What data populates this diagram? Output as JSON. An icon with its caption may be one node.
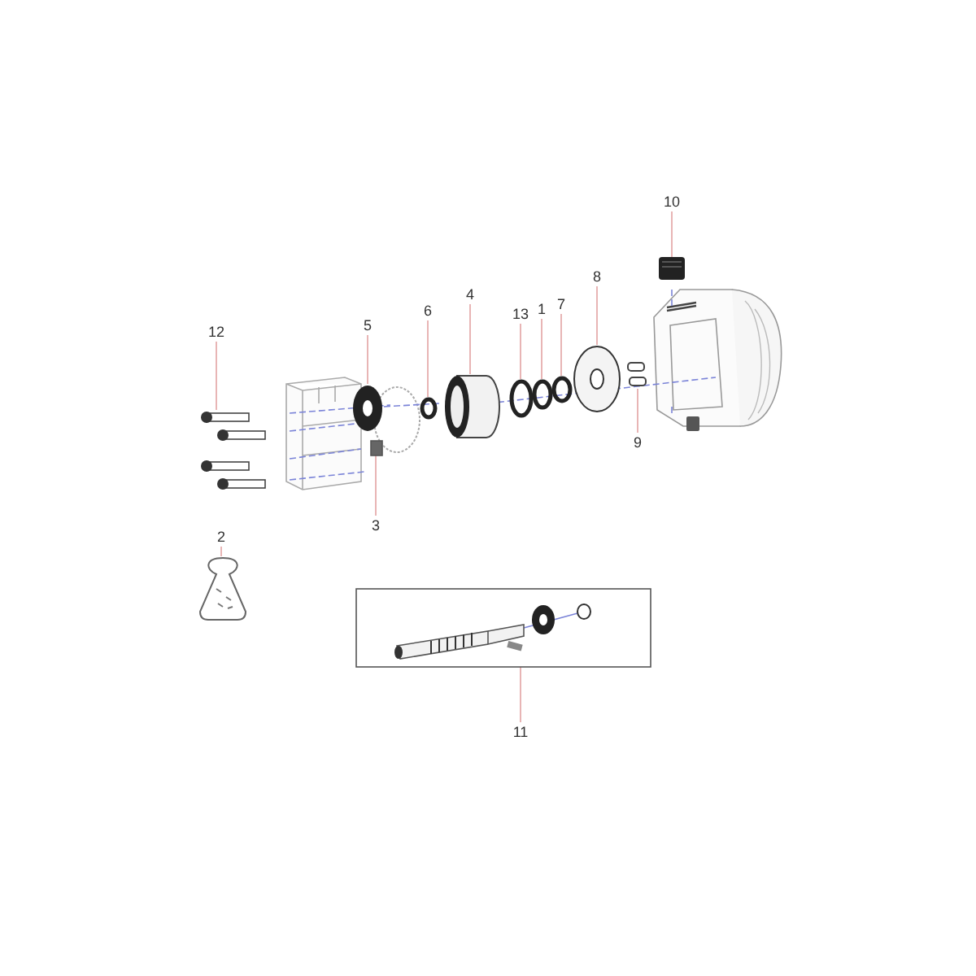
{
  "diagram": {
    "nodes": [
      {
        "text": [
          "10"
        ]
      },
      {
        "text": [
          "8"
        ]
      },
      {
        "text": [
          "4"
        ]
      },
      {
        "text": [
          "7"
        ]
      },
      {
        "text": [
          "1"
        ]
      },
      {
        "text": [
          "13"
        ]
      },
      {
        "text": [
          "6"
        ]
      },
      {
        "text": [
          "5"
        ]
      },
      {
        "text": [
          "12"
        ]
      },
      {
        "text": [
          "9"
        ]
      },
      {
        "text": [
          "3"
        ]
      },
      {
        "text": [
          "2"
        ]
      },
      {
        "text": [
          "11"
        ]
      },
      {
        "text": [],
        "shape": "picture"
      },
      {
        "text": [],
        "shape": "picture"
      },
      {
        "text": [],
        "shape": "cylinder"
      },
      {
        "text": [],
        "shape": "circle"
      },
      {
        "text": [],
        "shape": "circle"
      },
      {
        "text": [],
        "shape": "circle"
      },
      {
        "text": [],
        "shape": "circle"
      },
      {
        "text": [],
        "shape": "picture"
      },
      {
        "text": [],
        "shape": "picture"
      },
      {
        "text": [],
        "shape": "picture"
      },
      {
        "text": [],
        "shape": "box"
      },
      {
        "text": [],
        "shape": "picture"
      },
      {
        "text": [],
        "shape": "box"
      }
    ],
    "edges": [
      {
        "from": 0,
        "to": 13,
        "arrow": "none"
      },
      {
        "from": 1,
        "to": 14,
        "arrow": "none"
      },
      {
        "from": 2,
        "to": 15,
        "arrow": "none"
      },
      {
        "from": 3,
        "to": 16,
        "arrow": "none"
      },
      {
        "from": 4,
        "to": 17,
        "arrow": "none"
      },
      {
        "from": 5,
        "to": 18,
        "arrow": "none"
      },
      {
        "from": 6,
        "to": 19,
        "arrow": "none"
      },
      {
        "from": 7,
        "to": 20,
        "arrow": "none"
      },
      {
        "from": 8,
        "to": 21,
        "arrow": "none"
      },
      {
        "from": 9,
        "to": 22,
        "arrow": "none"
      },
      {
        "from": 10,
        "to": 23,
        "arrow": "none"
      },
      {
        "from": 11,
        "to": 24,
        "arrow": "none"
      },
      {
        "from": 12,
        "to": 25,
        "arrow": "none"
      }
    ]
  }
}
